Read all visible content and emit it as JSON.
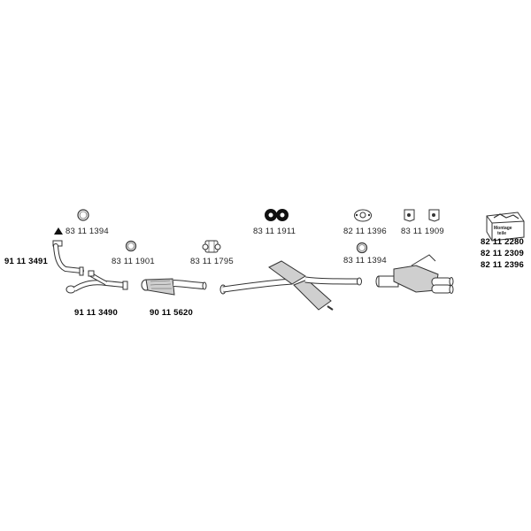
{
  "parts": [
    {
      "id": "ring-left-top",
      "icon": "gasket-ring-icon",
      "number": "83 11 1394",
      "marker": "▲"
    },
    {
      "id": "front-pipe-a",
      "icon": "front-pipe-icon",
      "number": "91 11 3491"
    },
    {
      "id": "front-pipe-b",
      "icon": "y-pipe-icon",
      "number": "91 11 3490"
    },
    {
      "id": "ring-mid-left",
      "icon": "gasket-ring-icon",
      "number": "83 11 1901"
    },
    {
      "id": "catalyst",
      "icon": "catalytic-converter-icon",
      "number": "90 11 5620"
    },
    {
      "id": "clamp",
      "icon": "pipe-clamp-icon",
      "number": "83 11 1795"
    },
    {
      "id": "rubber-mounts",
      "icon": "rubber-mount-icon",
      "number": "83 11 1911"
    },
    {
      "id": "middle-silencer",
      "icon": "middle-silencer-icon"
    },
    {
      "id": "flange-gasket",
      "icon": "flange-gasket-icon",
      "number": "82 11 1396"
    },
    {
      "id": "ring-right",
      "icon": "gasket-ring-icon",
      "number": "83 11 1394"
    },
    {
      "id": "hangers",
      "icon": "hanger-bracket-icon",
      "number": "83 11 1909"
    },
    {
      "id": "rear-silencer",
      "icon": "rear-silencer-icon"
    },
    {
      "id": "mounting-kit",
      "icon": "mounting-kit-box-icon",
      "box_text": [
        "Montage",
        "teile"
      ],
      "numbers": [
        "82 11 2280",
        "82 11 2309",
        "82 11 2396"
      ]
    }
  ]
}
